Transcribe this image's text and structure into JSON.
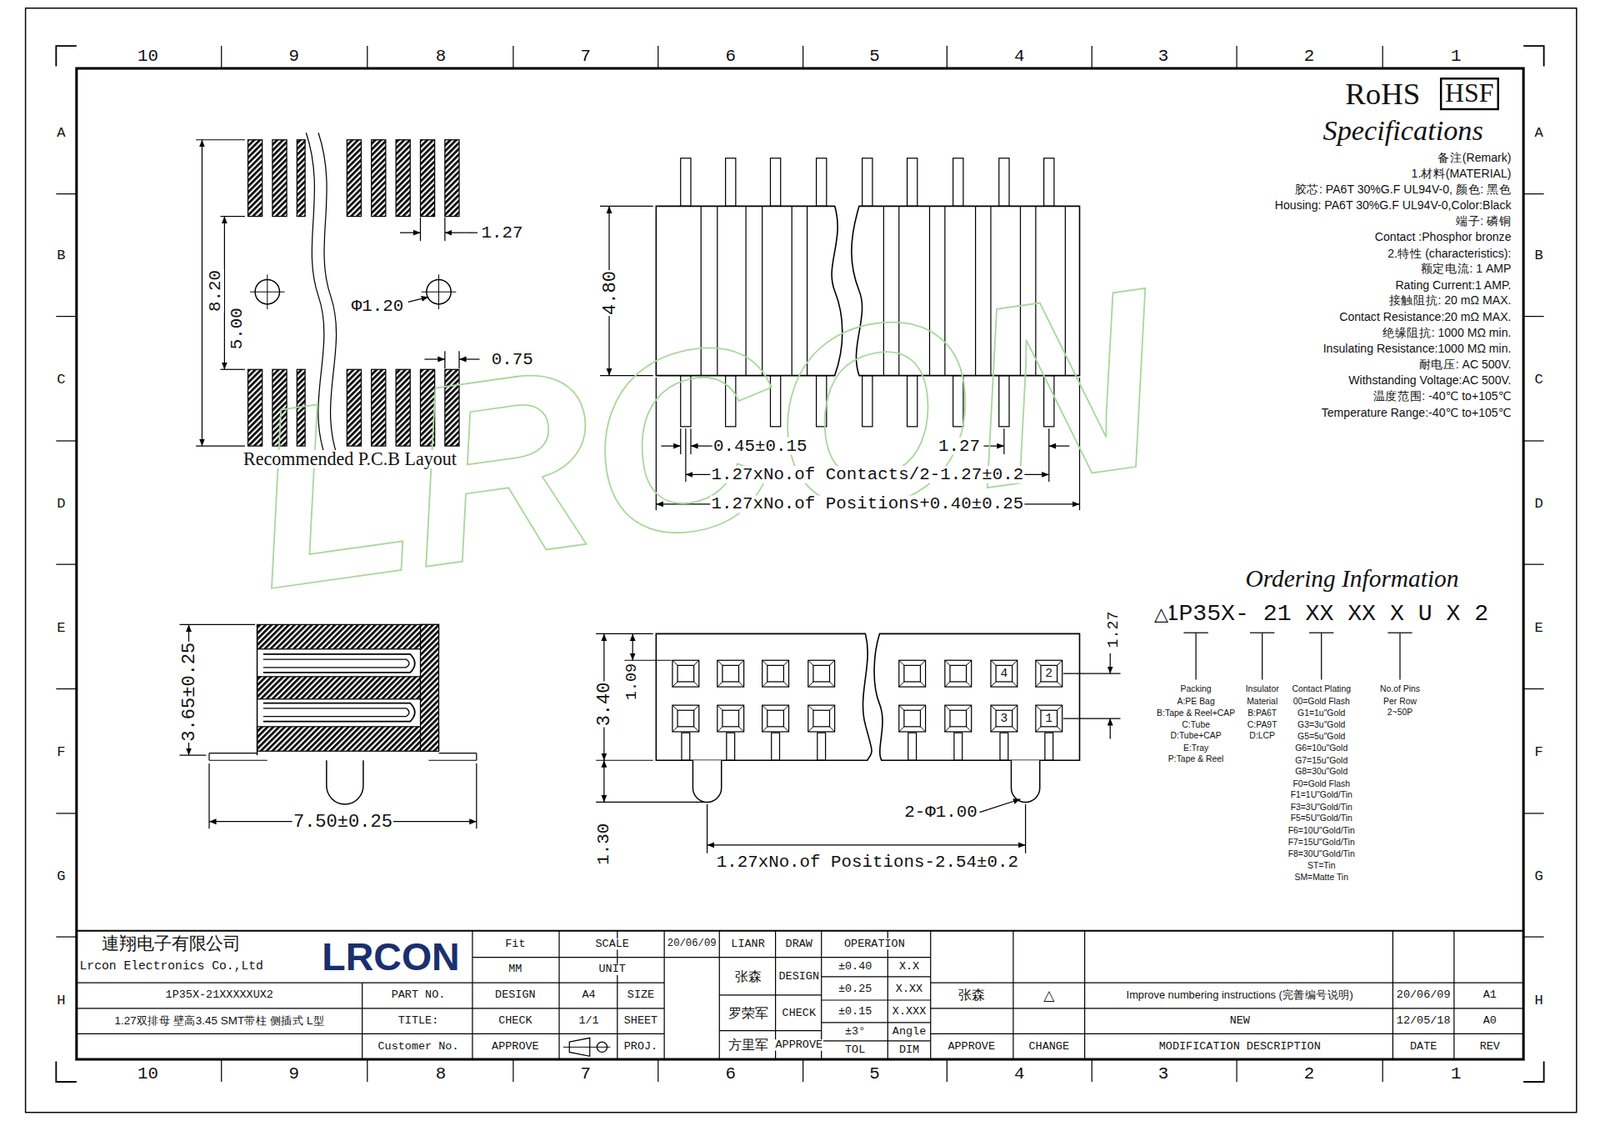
{
  "diagram": {
    "labels": [
      "10",
      "9",
      "8",
      "7",
      "6",
      "5",
      "4",
      "3",
      "2",
      "1",
      "10",
      "9",
      "8",
      "7",
      "6",
      "5",
      "4",
      "3",
      "2",
      "1",
      "A",
      "B",
      "C",
      "D",
      "E",
      "F",
      "G",
      "H",
      "A",
      "B",
      "C",
      "D",
      "E",
      "F",
      "G",
      "H",
      "HSF",
      "RoHS",
      "Specifications",
      "备注(Remark)",
      "1.材料(MATERIAL)",
      "胶芯: PA6T 30%G.F UL94V-0, 颜色: 黑色",
      "Housing: PA6T 30%G.F UL94V-0,Color:Black",
      "端子: 磷铜",
      "Contact :Phosphor bronze",
      "2.特性 (characteristics):",
      "额定电流: 1 AMP",
      "Rating Current:1 AMP.",
      "接触阻抗: 20 mΩ MAX.",
      "Contact Resistance:20 mΩ MAX.",
      "绝缘阻抗: 1000 MΩ min.",
      "Insulating Resistance:1000 MΩ min.",
      "耐电压: AC 500V.",
      "Withstanding Voltage:AC 500V.",
      "温度范围: -40℃ to+105℃",
      "Temperature Range:-40℃ to+105℃",
      "Ordering Information",
      "1P35X- 21 XX XX X U X 2",
      "△",
      "No.of Pins",
      "Per Row",
      "2~50P",
      "Contact Plating",
      "00=Gold Flash",
      "G1=1u\"Gold",
      "G3=3u\"Gold",
      "G5=5u\"Gold",
      "G6=10u\"Gold",
      "G7=15u\"Gold",
      "G8=30u\"Gold",
      "F0=Gold Flash",
      "F1=1U\"Gold/Tin",
      "F3=3U\"Gold/Tin",
      "F5=5U\"Gold/Tin",
      "F6=10U\"Gold/Tin",
      "F7=15U\"Gold/Tin",
      "F8=30U\"Gold/Tin",
      "ST=Tin",
      "SM=Matte Tin",
      "Insulator",
      "Material",
      "B:PA6T",
      "C:PA9T",
      "D:LCP",
      "Packing",
      "A:PE Bag",
      "B:Tape & Reel+CAP",
      "C:Tube",
      "D:Tube+CAP",
      "E:Tray",
      "P:Tape & Reel",
      "1.27",
      "8.20",
      "5.00",
      "Φ1.20",
      "0.75",
      "Recommended P.C.B Layout",
      "4.80",
      "0.45±0.15",
      "1.27",
      "1.27xNo.of Contacts/2-1.27±0.2",
      "1.27xNo.of Positions+0.40±0.25",
      "3.65±0.25",
      "7.50±0.25",
      "1.09",
      "3.40",
      "1.27",
      "2",
      "4",
      "1",
      "3",
      "2-Φ1.00",
      "1.30",
      "1.27xNo.of Positions-2.54±0.2",
      "連翔电子有限公司",
      "Lrcon Electronics Co.,Ltd",
      "LRCON",
      "Fit",
      "SCALE",
      "20/06/09",
      "LIANR",
      "DRAW",
      "OPERATION",
      "MM",
      "UNIT",
      "±0.40",
      "X.X",
      "张森",
      "DESIGN",
      "±0.25",
      "X.XX",
      "1P35X-21XXXXXUX2",
      "PART NO.",
      "DESIGN",
      "A4",
      "SIZE",
      "张森",
      "△",
      "Improve numbering instructions (完善编号说明)",
      "20/06/09",
      "A1",
      "1.27双排母 壁高3.45 SMT带柱 侧插式 L型",
      "TITLE:",
      "CHECK",
      "1/1",
      "SHEET",
      "罗荣军",
      "CHECK",
      "±0.15",
      "X.XXX",
      "NEW",
      "12/05/18",
      "A0",
      "Customer No.",
      "APPROVE",
      "PROJ.",
      "方里军",
      "APPROVE",
      "±3°",
      "Angle",
      "TOL",
      "DIM",
      "APPROVE",
      "CHANGE",
      "MODIFICATION DESCRIPTION",
      "DATE",
      "REV",
      "LRCON"
    ]
  }
}
